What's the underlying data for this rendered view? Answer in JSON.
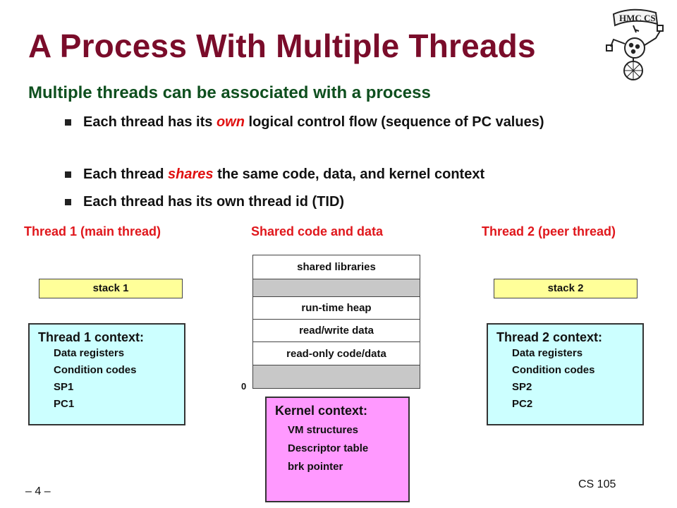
{
  "title": "A Process With Multiple Threads",
  "subtitle": "Multiple threads can be associated with a process",
  "bullets": [
    {
      "before": "Each thread has its ",
      "emphasis": "own",
      "after": " logical control flow (sequence of PC values)"
    },
    {
      "before": "Each thread ",
      "emphasis": "shares",
      "after": " the same code, data, and kernel context"
    },
    {
      "before": "Each thread has its own thread id (TID)",
      "emphasis": "",
      "after": ""
    }
  ],
  "diagram": {
    "thread1": {
      "header": "Thread 1 (main thread)",
      "stack": "stack 1",
      "context_title": "Thread 1 context:",
      "context_lines": [
        "Data registers",
        "Condition codes",
        "SP1",
        "PC1"
      ]
    },
    "shared": {
      "header": "Shared code and data",
      "segments": [
        "shared libraries",
        "",
        "run-time heap",
        "read/write data",
        "read-only code/data",
        ""
      ],
      "zero_label": "0"
    },
    "thread2": {
      "header": "Thread 2 (peer thread)",
      "stack": "stack 2",
      "context_title": "Thread 2 context:",
      "context_lines": [
        "Data registers",
        "Condition codes",
        "SP2",
        "PC2"
      ]
    },
    "kernel": {
      "title": "Kernel context:",
      "lines": [
        "VM structures",
        "Descriptor table",
        "brk pointer"
      ]
    }
  },
  "footer": {
    "page": "– 4 –",
    "course": "CS 105"
  },
  "colors": {
    "title": "#7a0c2a",
    "subtitle": "#0e4f1e",
    "emphasis": "#e01010",
    "headers": "#e0171c",
    "stack_fill": "#ffff99",
    "thread_context_fill": "#ccffff",
    "kernel_fill": "#ff99ff",
    "segment_grey": "#c8c8c8"
  },
  "logo": {
    "text": "HMC CS"
  }
}
